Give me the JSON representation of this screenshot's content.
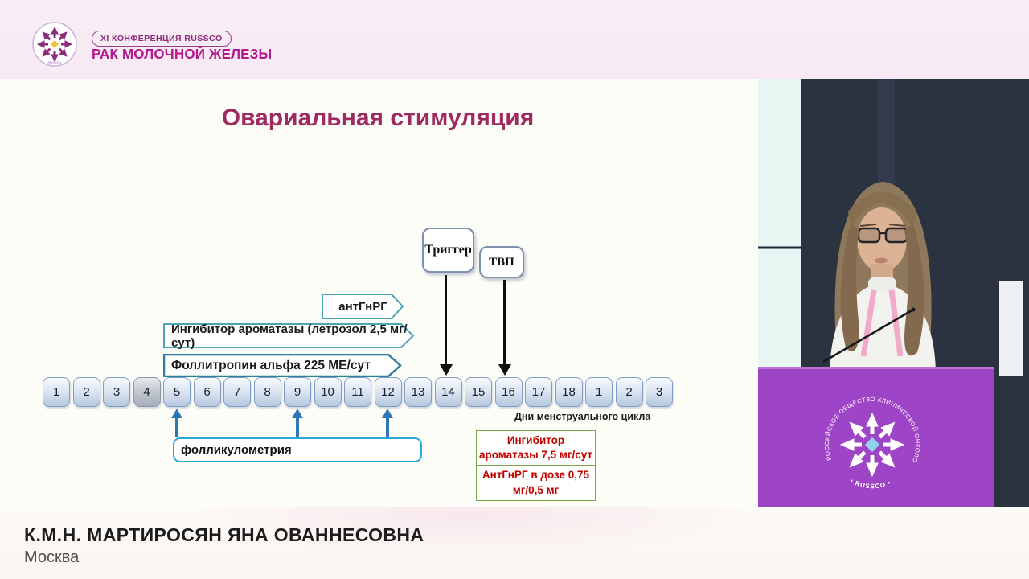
{
  "header": {
    "badge": "XI КОНФЕРЕНЦИЯ RUSSCO",
    "title": "РАК МОЛОЧНОЙ ЖЕЛЕЗЫ",
    "logo_brand": "RUSSCO"
  },
  "slide": {
    "title": "Овариальная стимуляция",
    "trigger_label": "Триггер",
    "tvp_label": "ТВП",
    "banners": [
      {
        "label": "антГнРГ"
      },
      {
        "label": "Ингибитор ароматазы (летрозол 2,5 мг/сут)"
      },
      {
        "label": "Фоллитропин альфа 225 МЕ/сут"
      }
    ],
    "days": [
      "1",
      "2",
      "3",
      "4",
      "5",
      "6",
      "7",
      "8",
      "9",
      "10",
      "11",
      "12",
      "13",
      "14",
      "15",
      "16",
      "17",
      "18",
      "1",
      "2",
      "3"
    ],
    "axis_label": "Дни менструального цикла",
    "folliculometry_label": "фолликулометрия",
    "dose_box": {
      "row1": "Ингибитор ароматазы 7,5 мг/сут",
      "row2": "АнтГнРГ в дозе 0,75 мг/0,5 мг"
    }
  },
  "video": {
    "podium": {
      "circle_text": "РОССИЙСКОЕ ОБЩЕСТВО КЛИНИЧЕСКОЙ ОНКОЛОГИИ",
      "brand": "• RUSSCO •"
    }
  },
  "footer": {
    "speaker": "К.М.Н. МАРТИРОСЯН ЯНА ОВАННЕСОВНА",
    "city": "Москва"
  },
  "colors": {
    "accent_magenta": "#b5188c",
    "title_maroon": "#9e2a60",
    "teal_border": "#4aa5b5",
    "day_border": "#7f9cc6",
    "blue_arrow": "#2e75b6",
    "dose_red": "#c00000",
    "dose_green": "#79a54c",
    "podium_purple": "#9e44c6",
    "video_dark": "#2b3340"
  }
}
